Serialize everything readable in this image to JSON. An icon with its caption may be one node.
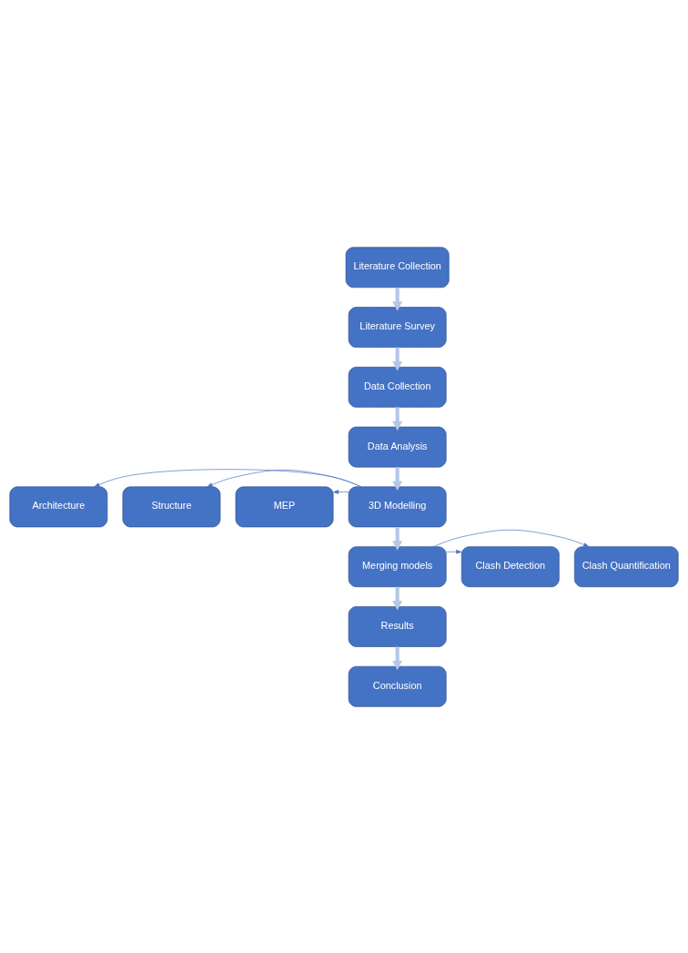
{
  "diagram": {
    "nodes": [
      {
        "text": [
          "Literature Collection"
        ]
      },
      {
        "text": [
          "Literature Survey"
        ]
      },
      {
        "text": [
          "Data Collection"
        ]
      },
      {
        "text": [
          "Data Analysis"
        ]
      },
      {
        "text": [
          "3D Modelling"
        ]
      },
      {
        "text": [
          "Architecture"
        ]
      },
      {
        "text": [
          "Structure"
        ]
      },
      {
        "text": [
          "MEP"
        ]
      },
      {
        "text": [
          "Merging models"
        ]
      },
      {
        "text": [
          "Clash Detection"
        ]
      },
      {
        "text": [
          "Clash Quantification"
        ]
      },
      {
        "text": [
          "Results"
        ]
      },
      {
        "text": [
          "Conclusion"
        ]
      }
    ],
    "edges": [
      {
        "from": 0,
        "to": 1,
        "arrow": "to"
      },
      {
        "from": 1,
        "to": 2,
        "arrow": "to"
      },
      {
        "from": 2,
        "to": 3,
        "arrow": "to"
      },
      {
        "from": 3,
        "to": 4,
        "arrow": "to"
      },
      {
        "from": 4,
        "to": 5,
        "arrow": "to",
        "color": "#4472c4"
      },
      {
        "from": 4,
        "to": 6,
        "arrow": "to",
        "color": "#4472c4"
      },
      {
        "from": 4,
        "to": 7,
        "arrow": "to",
        "color": "#4472c4"
      },
      {
        "from": 4,
        "to": 8,
        "arrow": "to"
      },
      {
        "from": 8,
        "to": 9,
        "arrow": "to",
        "color": "#4472c4"
      },
      {
        "from": 8,
        "to": 10,
        "arrow": "to",
        "color": "#4472c4"
      },
      {
        "from": 8,
        "to": 11,
        "arrow": "to"
      },
      {
        "from": 11,
        "to": 12,
        "arrow": "to"
      }
    ]
  }
}
